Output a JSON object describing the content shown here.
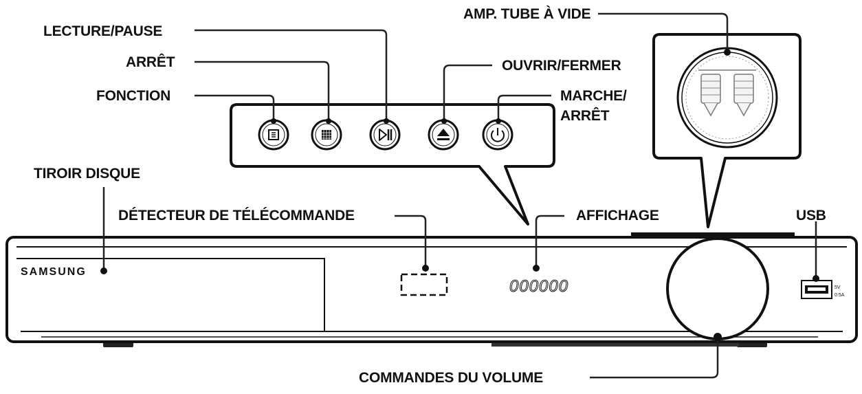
{
  "labels": {
    "lecture_pause": "LECTURE/PAUSE",
    "arret": "ARRÊT",
    "fonction": "FONCTION",
    "amp_tube": "AMP. TUBE À VIDE",
    "ouvrir_fermer": "OUVRIR/FERMER",
    "marche_line1": "MARCHE/",
    "marche_line2": "ARRÊT",
    "tiroir_disque": "TIROIR DISQUE",
    "detecteur": "DÉTECTEUR DE TÉLÉCOMMANDE",
    "affichage": "AFFICHAGE",
    "usb": "USB",
    "commandes_volume": "COMMANDES DU VOLUME"
  },
  "device": {
    "brand": "SAMSUNG",
    "display_readout": "000000",
    "usb_rating_line1": "5V",
    "usb_rating_line2": "0.5A"
  },
  "icons": [
    "function-icon",
    "stop-icon",
    "play-pause-icon",
    "eject-icon",
    "power-icon",
    "vacuum-tube-icon"
  ]
}
